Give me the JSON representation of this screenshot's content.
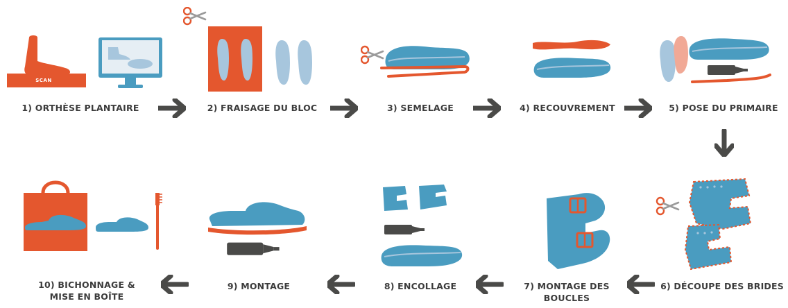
{
  "steps": [
    {
      "label": "1) ORTHÈSE PLANTAIRE"
    },
    {
      "label": "2) FRAISAGE DU BLOC"
    },
    {
      "label": "3) SEMELAGE"
    },
    {
      "label": "4) RECOUVREMENT"
    },
    {
      "label": "5) POSE DU PRIMAIRE"
    },
    {
      "label": "6) DÉCOUPE DES BRIDES"
    },
    {
      "label_line1": "7) MONTAGE DES",
      "label_line2": "BOUCLES"
    },
    {
      "label": "8) ENCOLLAGE"
    },
    {
      "label": "9) MONTAGE"
    },
    {
      "label_line1": "10) BICHONNAGE &",
      "label_line2": "MISE EN BOÎTE"
    }
  ],
  "scan_label": "SCAN",
  "colors": {
    "orange": "#e4572e",
    "blue": "#4a9cc0",
    "lightblue": "#a7c6dd",
    "gray": "#4a4a48",
    "pink": "#f1a996"
  },
  "icons": [
    "foot-scan-icon",
    "monitor-icon",
    "scissors-icon",
    "insole-icon",
    "sole-icon",
    "glue-tube-icon",
    "strap-icon",
    "buckle-icon",
    "sandal-icon",
    "shopping-bag-icon",
    "toothbrush-icon"
  ]
}
